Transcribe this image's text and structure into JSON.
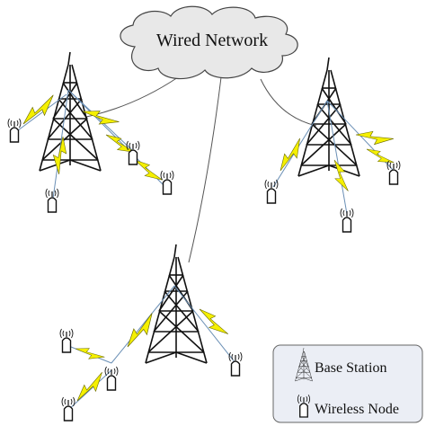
{
  "cloud": {
    "label": "Wired Network"
  },
  "legend": {
    "base_station_label": "Base Station",
    "wireless_node_label": "Wireless Node"
  },
  "colors": {
    "cloud_fill": "#e8e8e8",
    "legend_fill": "#ebeef5",
    "lightning": "#f5f000",
    "structure": "#111111",
    "wired_link": "#555555"
  },
  "icons": [
    "base-station-icon",
    "wireless-node-icon",
    "lightning-icon",
    "cloud-icon"
  ]
}
